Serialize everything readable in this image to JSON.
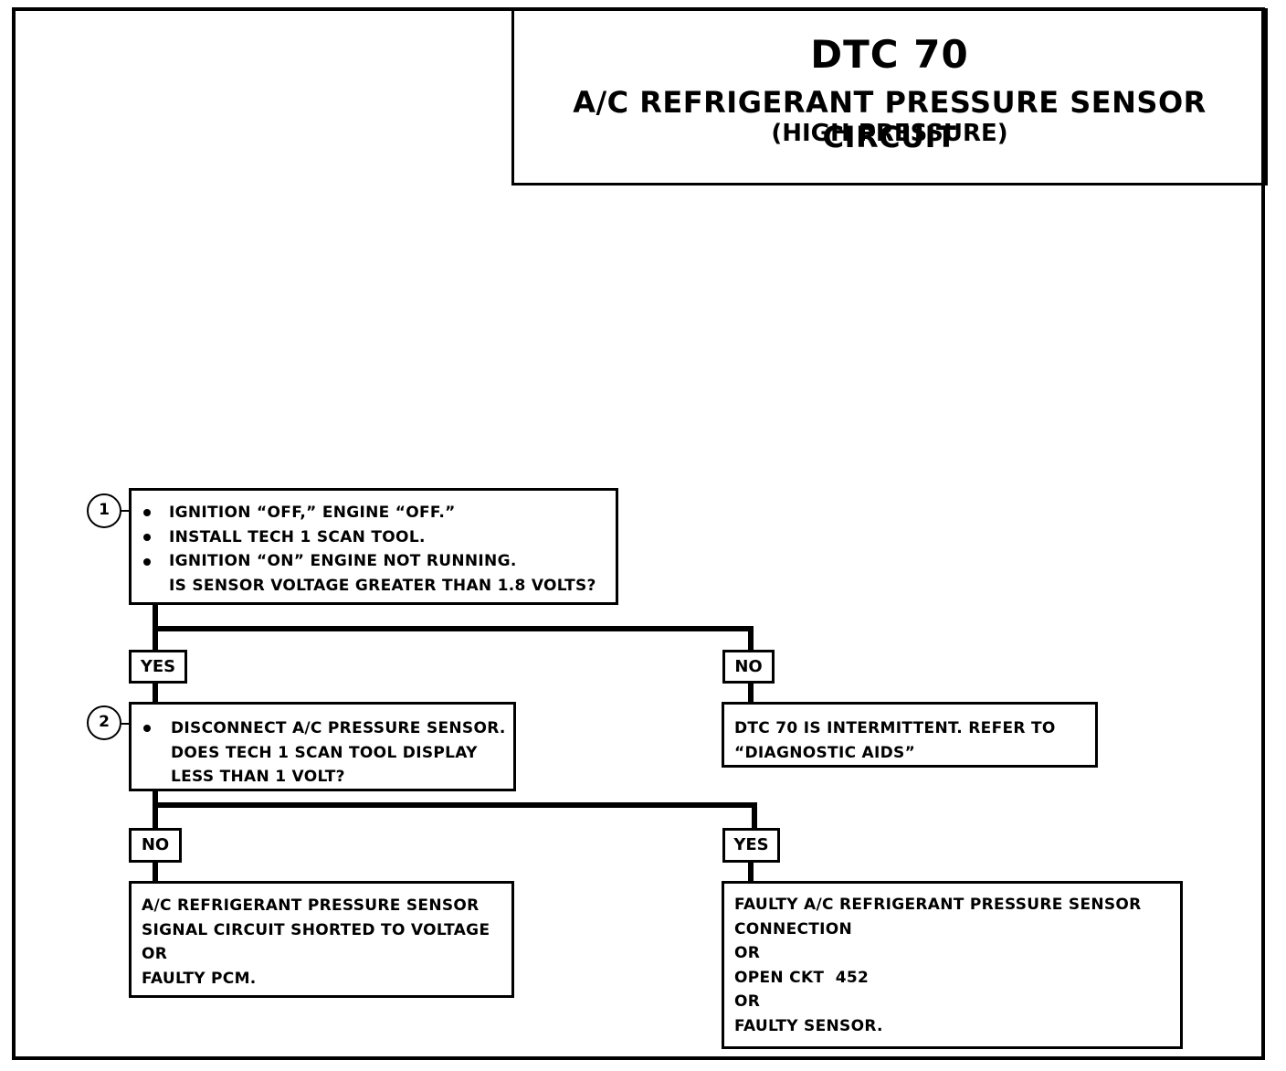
{
  "header": {
    "code": "DTC 70",
    "title": "A/C REFRIGERANT PRESSURE SENSOR CIRCUIT",
    "subtitle": "(HIGH PRESSURE)"
  },
  "step1": {
    "number": "1",
    "lines": [
      "IGNITION “OFF,” ENGINE “OFF.”",
      "INSTALL TECH 1 SCAN TOOL.",
      "IGNITION “ON” ENGINE NOT RUNNING.",
      "IS SENSOR VOLTAGE GREATER THAN 1.8 VOLTS?"
    ]
  },
  "step1_branches": {
    "yes": "YES",
    "no": "NO"
  },
  "step2": {
    "number": "2",
    "lines": [
      "DISCONNECT A/C PRESSURE SENSOR.",
      "DOES TECH 1 SCAN TOOL DISPLAY",
      "LESS THAN 1 VOLT?"
    ]
  },
  "intermittent": {
    "lines": [
      "DTC 70 IS INTERMITTENT.  REFER TO",
      "“DIAGNOSTIC AIDS”"
    ]
  },
  "step2_branches": {
    "no": "NO",
    "yes": "YES"
  },
  "result_no": {
    "lines": [
      "A/C REFRIGERANT PRESSURE SENSOR",
      "SIGNAL CIRCUIT SHORTED TO VOLTAGE",
      "OR",
      "FAULTY PCM."
    ]
  },
  "result_yes": {
    "lines": [
      "FAULTY A/C REFRIGERANT PRESSURE SENSOR",
      "CONNECTION",
      "OR",
      "OPEN CKT  452",
      "OR",
      "FAULTY SENSOR."
    ]
  }
}
